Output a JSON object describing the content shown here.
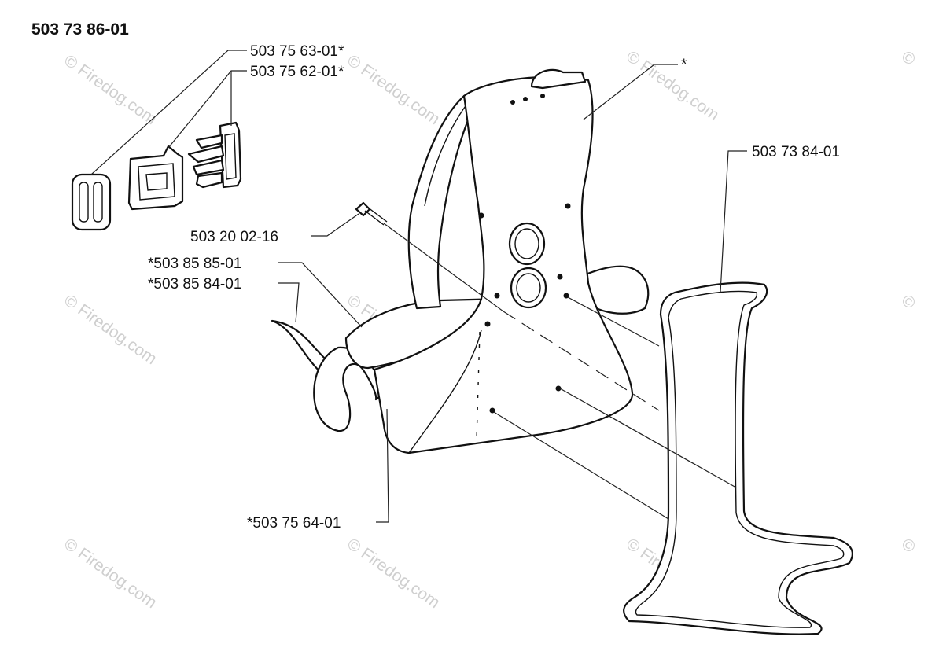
{
  "title": "503 73 86-01",
  "labels": {
    "buckle_strap": "503 75 63-01*",
    "buckle": "503 75 62-01*",
    "pad": "*",
    "frame": "503 73 84-01",
    "screw": "503 20 02-16",
    "belt": "*503 85 85-01",
    "hip_pad": "*503 85 84-01",
    "strap": "*503 75 64-01"
  },
  "watermark": {
    "text": "Firedog.com",
    "symbol": "©"
  }
}
